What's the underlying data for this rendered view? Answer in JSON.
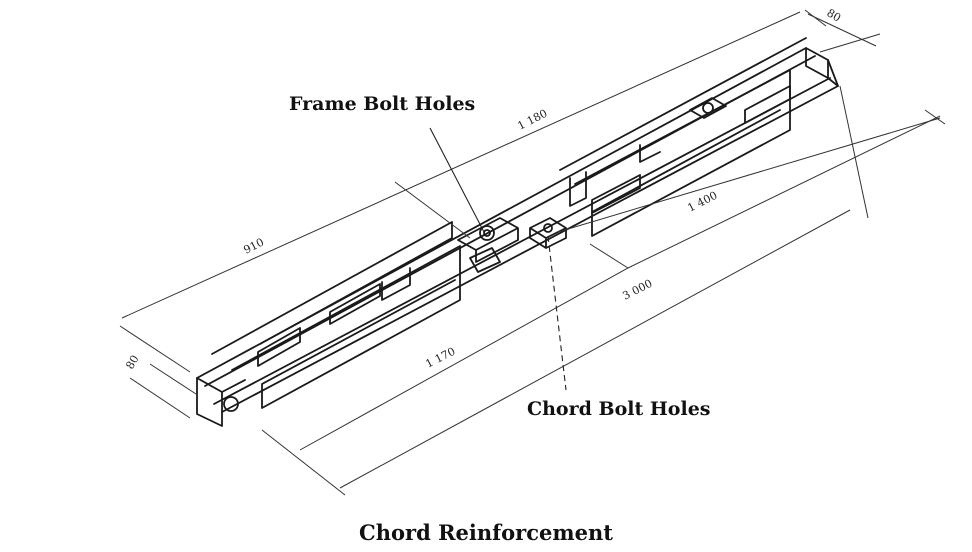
{
  "callouts": {
    "frame_bolt_holes": "Frame Bolt Holes",
    "chord_bolt_holes": "Chord Bolt Holes"
  },
  "caption": "Chord Reinforcement",
  "dimensions": {
    "width_top": "80",
    "width_bottom": "80",
    "upper_left": "910",
    "upper_right": "1 180",
    "inner_right": "1 400",
    "overall": "3 000",
    "lower_left": "1 170"
  }
}
